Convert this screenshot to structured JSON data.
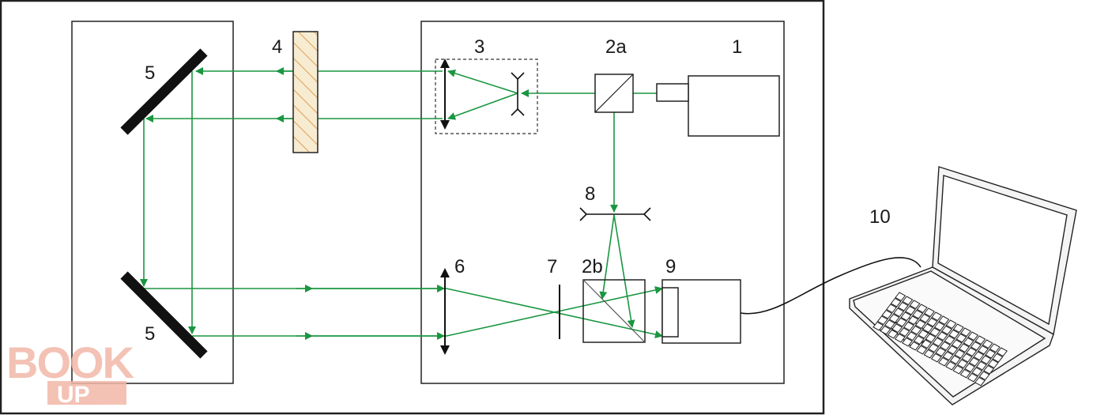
{
  "labels": {
    "laser": "1",
    "splitter_a": "2a",
    "splitter_b": "2b",
    "telescope": "3",
    "sample": "4",
    "mirror_top": "5",
    "mirror_bottom": "5",
    "lens": "6",
    "aperture": "7",
    "beam_lens": "8",
    "camera": "9",
    "computer": "10"
  },
  "watermark": {
    "line1": "BOOK",
    "line2": "UP"
  },
  "colors": {
    "beam": "#1a9641",
    "frame": "#222222",
    "mirror": "#111111",
    "sample_fill": "#f5e6c8",
    "sample_hatch": "#e0a050",
    "watermark": "#f2b8a8"
  }
}
